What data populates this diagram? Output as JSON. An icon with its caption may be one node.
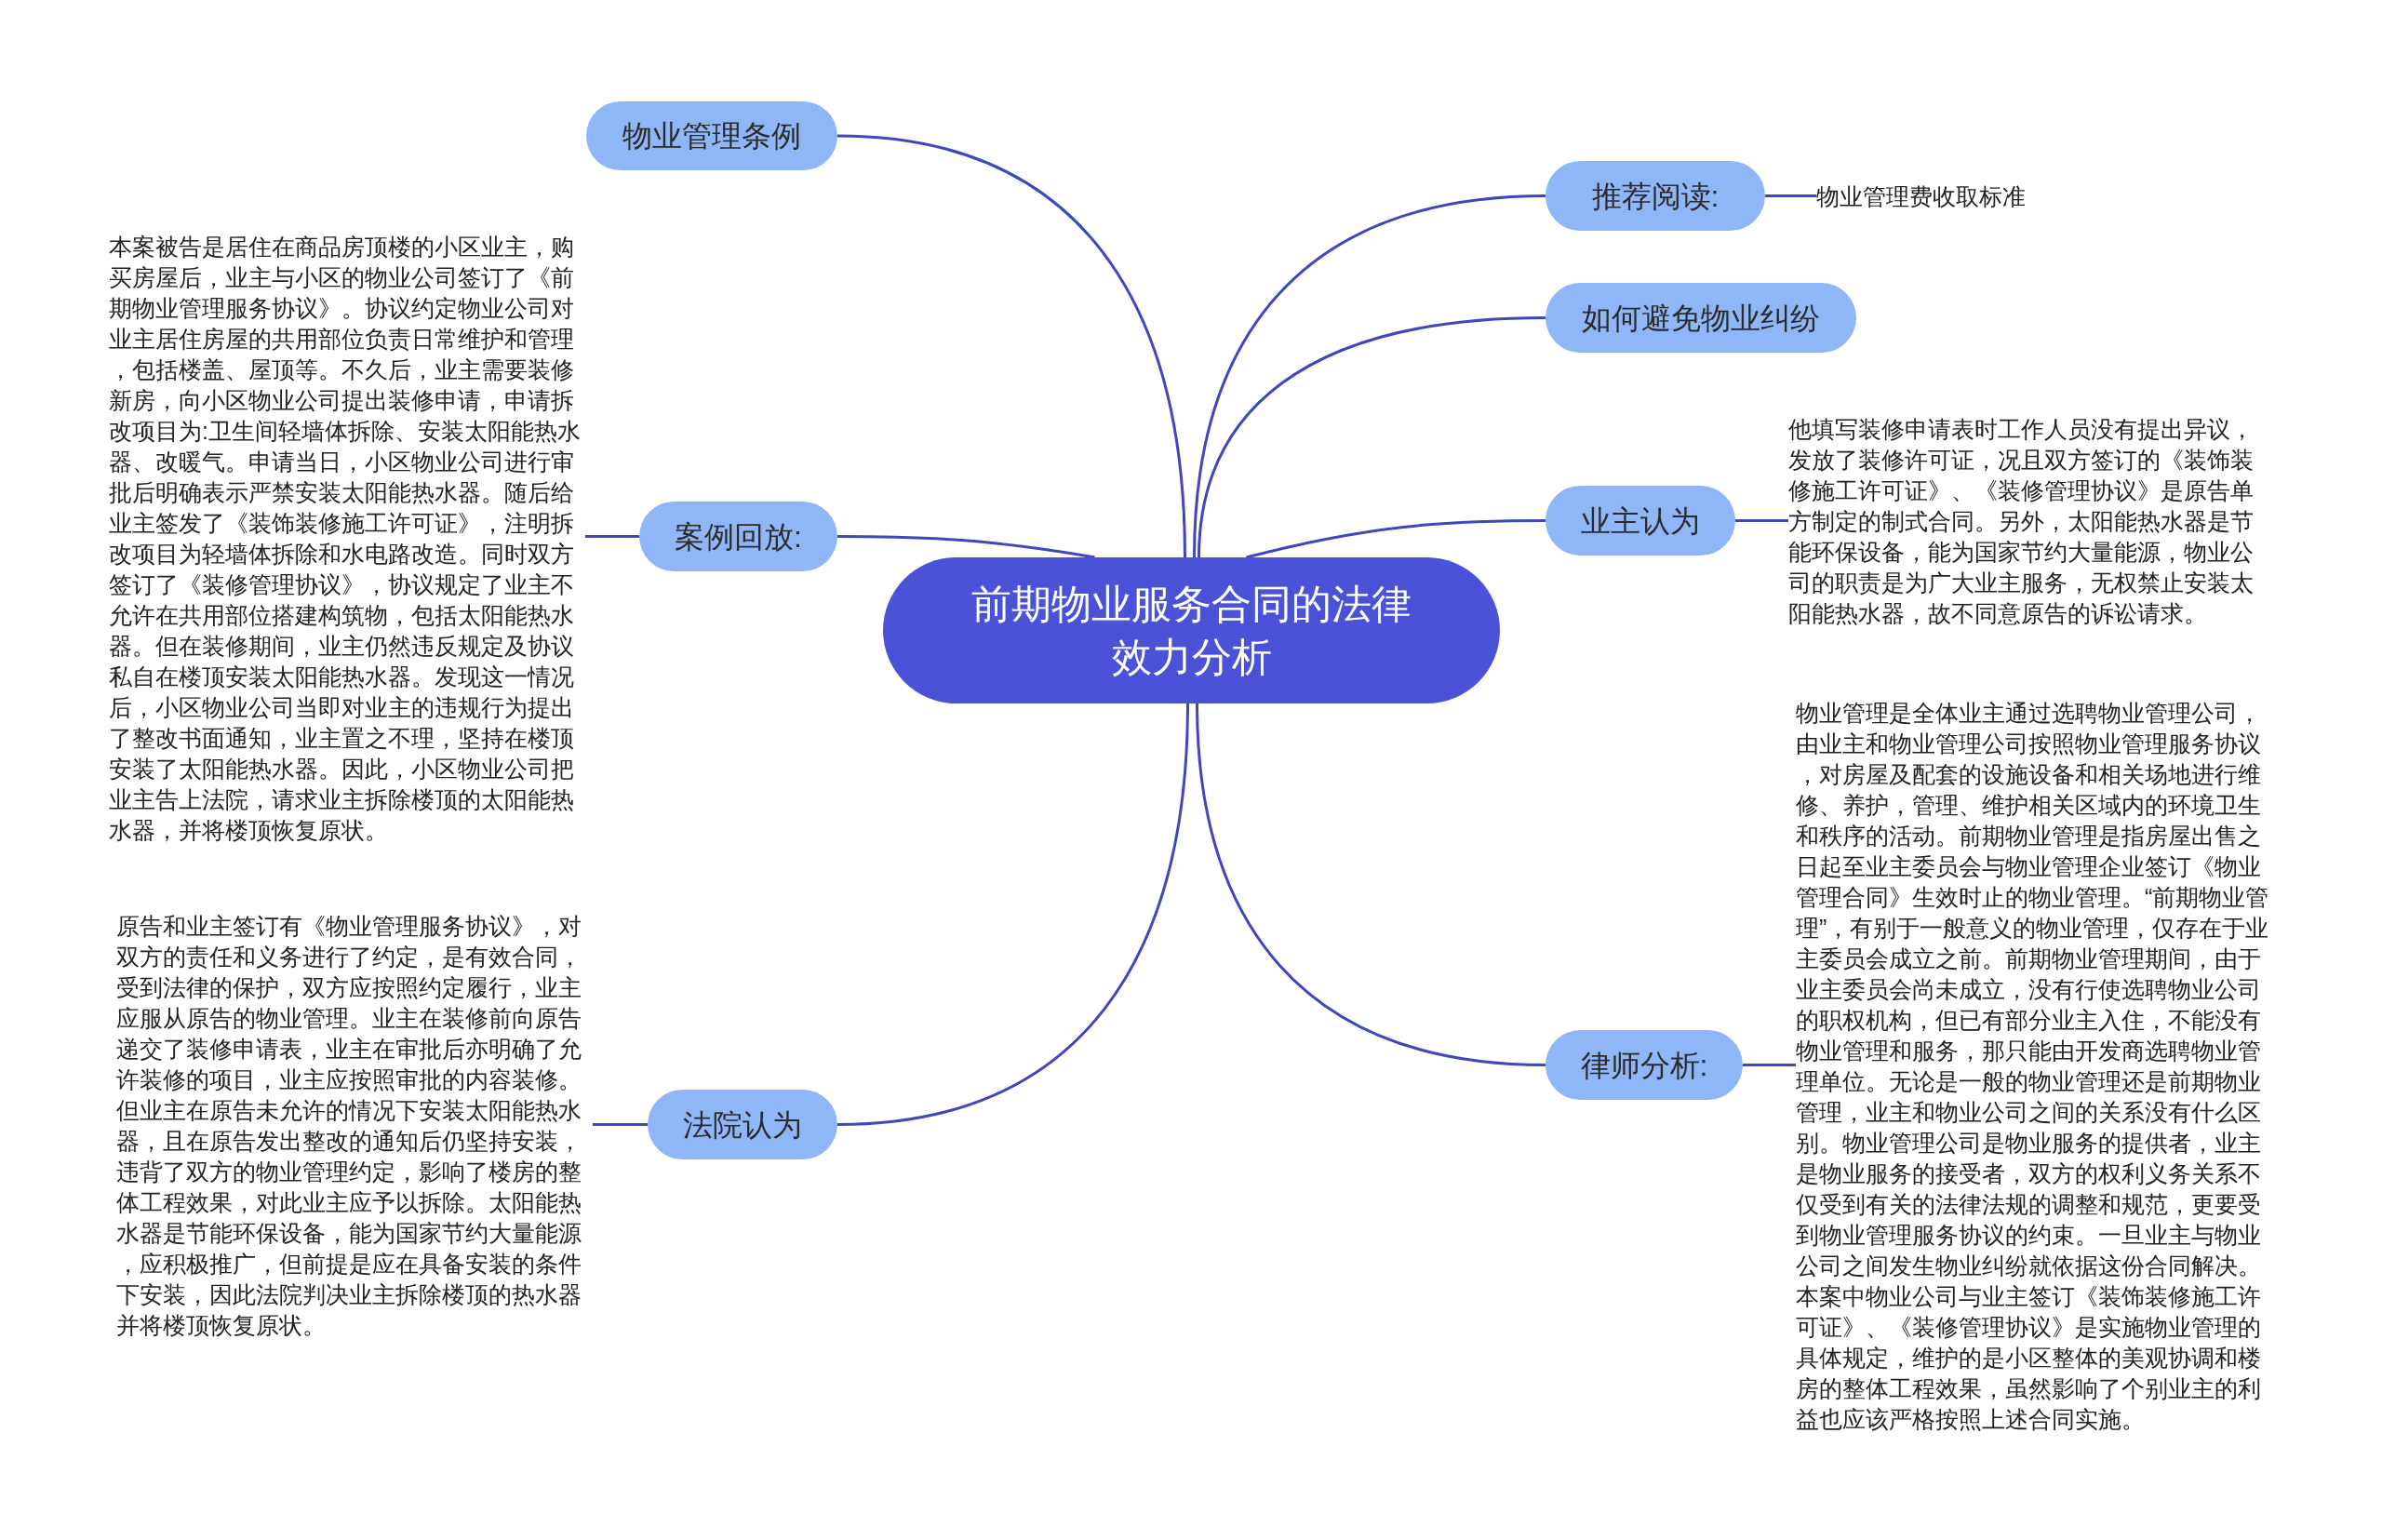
{
  "diagram": {
    "nodes": [
      {
        "text": [
          "前期物业服务合同的法律效力分析"
        ]
      },
      {
        "text": [
          "物业管理条例"
        ]
      },
      {
        "text": [
          "推荐阅读:"
        ]
      },
      {
        "text": [
          "物业管理费收取标准"
        ]
      },
      {
        "text": [
          "如何避免物业纠纷"
        ]
      },
      {
        "text": [
          "案例回放:"
        ]
      },
      {
        "text": [
          "本案被告是居住在商品房顶楼的小区业主，购买房屋后，业主与小区的物业公司签订了《前期物业管理服务协议》。协议约定物业公司对业主居住房屋的共用部位负责日常维护和管理，包括楼盖、屋顶等。不久后，业主需要装修新房，向小区物业公司提出装修申请，申请拆改项目为:卫生间轻墙体拆除、安装太阳能热水器、改暖气。申请当日，小区物业公司进行审批后明确表示严禁安装太阳能热水器。随后给业主签发了《装饰装修施工许可证》，注明拆改项目为轻墙体拆除和水电路改造。同时双方签订了《装修管理协议》，协议规定了业主不允许在共用部位搭建构筑物，包括太阳能热水器。但在装修期间，业主仍然违反规定及协议私自在楼顶安装太阳能热水器。发现这一情况后，小区物业公司当即对业主的违规行为提出了整改书面通知，业主置之不理，坚持在楼顶安装了太阳能热水器。因此，小区物业公司把业主告上法院，请求业主拆除楼顶的太阳能热水器，并将楼顶恢复原状。"
        ]
      },
      {
        "text": [
          "业主认为"
        ]
      },
      {
        "text": [
          "他填写装修申请表时工作人员没有提出异议，发放了装修许可证，况且双方签订的《装饰装修施工许可证》、《装修管理协议》是原告单方制定的制式合同。另外，太阳能热水器是节能环保设备，能为国家节约大量能源，物业公司的职责是为广大业主服务，无权禁止安装太阳能热水器，故不同意原告的诉讼请求。"
        ]
      },
      {
        "text": [
          "律师分析:"
        ]
      },
      {
        "text": [
          "物业管理是全体业主通过选聘物业管理公司，由业主和物业管理公司按照物业管理服务协议，对房屋及配套的设施设备和相关场地进行维修、养护，管理、维护相关区域内的环境卫生和秩序的活动。前期物业管理是指房屋出售之日起至业主委员会与物业管理企业签订《物业管理合同》生效时止的物业管理。“前期物业管理”，有别于一般意义的物业管理，仅存在于业主委员会成立之前。前期物业管理期间，由于业主委员会尚未成立，没有行使选聘物业公司的职权机构，但已有部分业主入住，不能没有物业管理和服务，那只能由开发商选聘物业管理单位。无论是一般的物业管理还是前期物业管理，业主和物业公司之间的关系没有什么区别。物业管理公司是物业服务的提供者，业主是物业服务的接受者，双方的权利义务关系不仅受到有关的法律法规的调整和规范，更要受到物业管理服务协议的约束。一旦业主与物业公司之间发生物业纠纷就依据这份合同解决。本案中物业公司与业主签订《装饰装修施工许可证》、《装修管理协议》是实施物业管理的具体规定，维护的是小区整体的美观协调和楼房的整体工程效果，虽然影响了个别业主的利益也应该严格按照上述合同实施。"
        ]
      },
      {
        "text": [
          "法院认为"
        ]
      },
      {
        "text": [
          "原告和业主签订有《物业管理服务协议》，对双方的责任和义务进行了约定，是有效合同，受到法律的保护，双方应按照约定履行，业主应服从原告的物业管理。业主在装修前向原告递交了装修申请表，业主在审批后亦明确了允许装修的项目，业主应按照审批的内容装修。但业主在原告未允许的情况下安装太阳能热水器，且在原告发出整改的通知后仍坚持安装，违背了双方的物业管理约定，影响了楼房的整体工程效果，对此业主应予以拆除。太阳能热水器是节能环保设备，能为国家节约大量能源，应积极推广，但前提是应在具备安装的条件下安装，因此法院判决业主拆除楼顶的热水器并将楼顶恢复原状。"
        ]
      }
    ],
    "edges": [
      {
        "from": 0,
        "to": 1,
        "arrow": "none"
      },
      {
        "from": 0,
        "to": 2,
        "arrow": "none"
      },
      {
        "from": 0,
        "to": 4,
        "arrow": "none"
      },
      {
        "from": 0,
        "to": 5,
        "arrow": "none"
      },
      {
        "from": 0,
        "to": 7,
        "arrow": "none"
      },
      {
        "from": 0,
        "to": 9,
        "arrow": "none"
      },
      {
        "from": 0,
        "to": 11,
        "arrow": "none"
      },
      {
        "from": 2,
        "to": 3,
        "arrow": "none"
      },
      {
        "from": 5,
        "to": 6,
        "arrow": "none"
      },
      {
        "from": 7,
        "to": 8,
        "arrow": "none"
      },
      {
        "from": 9,
        "to": 10,
        "arrow": "none"
      },
      {
        "from": 11,
        "to": 12,
        "arrow": "none"
      }
    ]
  }
}
